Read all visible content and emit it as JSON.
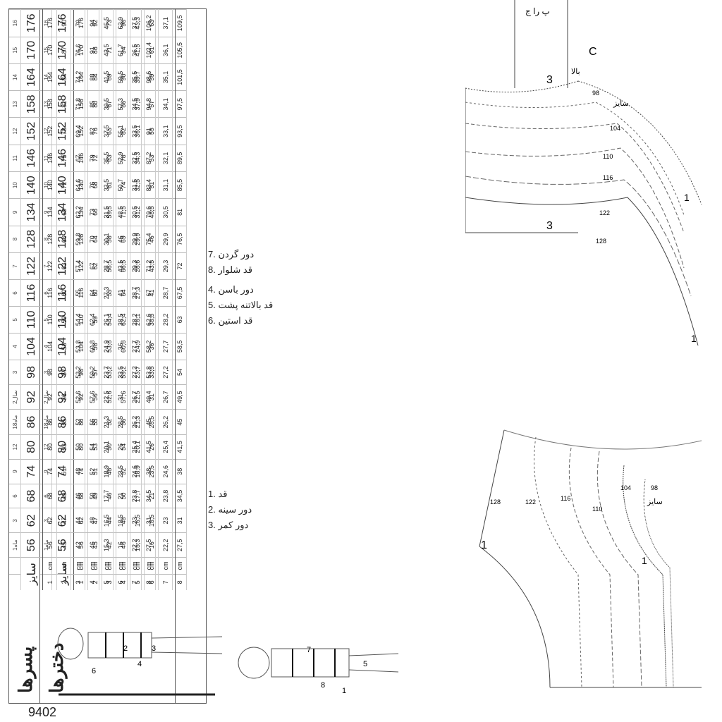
{
  "document_code": "9402",
  "girls": {
    "title": "دخترها",
    "size_label": "سایز",
    "ages": [
      "ماه1",
      "3",
      "6",
      "9",
      "12",
      "18ماه",
      "سال2",
      "3",
      "4",
      "5",
      "6",
      "7",
      "8",
      "9",
      "10",
      "11",
      "12",
      "13",
      "14",
      "15",
      "16"
    ],
    "sizes": [
      "56",
      "62",
      "68",
      "74",
      "80",
      "86",
      "92",
      "98",
      "104",
      "110",
      "116",
      "122",
      "128",
      "134",
      "140",
      "146",
      "152",
      "158",
      "164",
      "170",
      "176"
    ],
    "rows": [
      {
        "n": "1",
        "unit": "cm",
        "v": [
          "56",
          "62",
          "68",
          "74",
          "80",
          "86",
          "92",
          "98",
          "104",
          "110",
          "116",
          "122",
          "128",
          "134",
          "140",
          "146",
          "152",
          "158",
          "164",
          "170",
          "176"
        ]
      },
      {
        "n": "2",
        "unit": "cm",
        "v": [
          "45",
          "47",
          "49",
          "51",
          "53",
          "55",
          "56",
          "57",
          "58",
          "59",
          "60",
          "62",
          "64",
          "66",
          "68",
          "72",
          "76",
          "80",
          "84",
          "88",
          "92"
        ]
      },
      {
        "n": "3",
        "unit": "cm",
        "v": [
          "42",
          "44",
          "46",
          "48",
          "50",
          "52",
          "52,6",
          "53,2",
          "53,8",
          "54,4",
          "55",
          "56,5",
          "58",
          "59,5",
          "61",
          "63",
          "65",
          "67",
          "69",
          "71",
          "73"
        ]
      },
      {
        "n": "4",
        "unit": "cm",
        "v": [
          "46",
          "48",
          "50",
          "52",
          "54",
          "56",
          "57,6",
          "59,2",
          "60,8",
          "62,4",
          "64",
          "66,5",
          "69",
          "71,5",
          "74",
          "78",
          "82",
          "86",
          "90",
          "94",
          "98"
        ]
      },
      {
        "n": "5",
        "unit": "cm",
        "v": [
          "15,3",
          "16,5",
          "17,7",
          "18,9",
          "20,1",
          "21,3",
          "22,5",
          "23,7",
          "24,9",
          "26,1",
          "27,3",
          "28,6",
          "29,9",
          "31,2",
          "32,5",
          "34,3",
          "36,1",
          "37,9",
          "39,7",
          "41,5",
          "43,3"
        ]
      },
      {
        "n": "6",
        "unit": "cm",
        "v": [
          "16",
          "18,5",
          "21",
          "23,5",
          "26",
          "28,5",
          "31",
          "33,5",
          "36",
          "38,5",
          "41",
          "43,5",
          "46",
          "48,5",
          "51",
          "53",
          "55",
          "57",
          "59",
          "61",
          "63"
        ]
      },
      {
        "n": "7",
        "unit": "cm",
        "v": [
          "22,2",
          "23",
          "23,8",
          "24,6",
          "25,4",
          "26,2",
          "26,7",
          "27,2",
          "27,7",
          "28,2",
          "28,7",
          "29,3",
          "29,9",
          "30,5",
          "31,1",
          "32,1",
          "33,1",
          "34,1",
          "35,1",
          "36,1",
          "37,1"
        ]
      },
      {
        "n": "8",
        "unit": "cm",
        "v": [
          "27,5",
          "31",
          "34,5",
          "38",
          "41,5",
          "45",
          "49,5",
          "54",
          "58,5",
          "63",
          "67,5",
          "72",
          "76,5",
          "81",
          "85,5",
          "89,5",
          "93,5",
          "97,5",
          "101,5",
          "105,5",
          "109,5"
        ]
      }
    ]
  },
  "boys": {
    "title": "پسرها",
    "size_label": "سایز",
    "ages": [
      "ماه1",
      "3",
      "6",
      "9",
      "12",
      "18ماه",
      "سال2",
      "3",
      "4",
      "5",
      "6",
      "7",
      "8",
      "9",
      "10",
      "11",
      "12",
      "13",
      "14",
      "15",
      "16"
    ],
    "sizes": [
      "56",
      "62",
      "68",
      "74",
      "80",
      "86",
      "92",
      "98",
      "104",
      "110",
      "116",
      "122",
      "128",
      "134",
      "140",
      "146",
      "152",
      "158",
      "164",
      "170",
      "176"
    ],
    "rows": [
      {
        "n": "1",
        "unit": "cm",
        "v": [
          "56",
          "62",
          "68",
          "74",
          "80",
          "86",
          "92",
          "98",
          "104",
          "110",
          "116",
          "122",
          "128",
          "134",
          "140",
          "146",
          "152",
          "158",
          "164",
          "170",
          "176"
        ]
      },
      {
        "n": "2",
        "unit": "cm",
        "v": [
          "45",
          "47",
          "49",
          "51",
          "53",
          "55",
          "56",
          "57",
          "58",
          "59",
          "60",
          "63",
          "66",
          "69",
          "72",
          "75",
          "78",
          "81",
          "84",
          "87",
          "90"
        ]
      },
      {
        "n": "3",
        "unit": "cm",
        "v": [
          "42",
          "44",
          "46",
          "48",
          "50",
          "52",
          "52,6",
          "53,2",
          "53,8",
          "54,4",
          "55",
          "57,4",
          "59,8",
          "62,2",
          "64,6",
          "67",
          "69,4",
          "71,8",
          "74,2",
          "76,6",
          "79"
        ]
      },
      {
        "n": "4",
        "unit": "cm",
        "v": [
          "46",
          "48",
          "50",
          "52",
          "54",
          "56",
          "57,6",
          "59,2",
          "60,8",
          "62,4",
          "64",
          "67",
          "70",
          "73",
          "76",
          "79",
          "82",
          "85",
          "88",
          "91",
          "94"
        ]
      },
      {
        "n": "5",
        "unit": "cm",
        "v": [
          "15,3",
          "16,5",
          "17,7",
          "18,9",
          "20,1",
          "21,3",
          "22,5",
          "23,7",
          "24,9",
          "26,1",
          "27,3",
          "28,7",
          "30,1",
          "31,5",
          "33,5",
          "35,5",
          "37,5",
          "39,5",
          "41,5",
          "43,5",
          "45,5"
        ]
      },
      {
        "n": "6",
        "unit": "cm",
        "v": [
          "16",
          "18,5",
          "21",
          "23,5",
          "26",
          "28,5",
          "31",
          "33,5",
          "36",
          "38,5",
          "41",
          "43,5",
          "46",
          "48,5",
          "50,7",
          "52,9",
          "55,1",
          "57,3",
          "59,5",
          "61,7",
          "63,9"
        ]
      },
      {
        "n": "7",
        "unit": "cm",
        "v": [
          "22,2",
          "23",
          "23,8",
          "24,6",
          "25,4",
          "26,2",
          "26,7",
          "27,2",
          "27,7",
          "28,2",
          "28,7",
          "29,3",
          "29,9",
          "30,5",
          "31,5",
          "32,5",
          "33,5",
          "34,5",
          "35,5",
          "36,5",
          "37,5"
        ]
      },
      {
        "n": "8",
        "unit": "cm",
        "v": [
          "27,5",
          "31",
          "34,5",
          "38",
          "41,5",
          "45",
          "49,4",
          "53,8",
          "58,2",
          "62,6",
          "67",
          "71,2",
          "75,4",
          "79,6",
          "83,4",
          "87,2",
          "91",
          "94,8",
          "98,6",
          "102,4",
          "106,2"
        ]
      }
    ]
  },
  "legend": {
    "col1": [
      "1. قد",
      "2. دور سینه",
      "3. دور کمر"
    ],
    "col2": [
      "4. دور باسن",
      "5. قد بالاتنه پشت",
      "6. قد استین"
    ],
    "col3": [
      "7. دور گردن",
      "8. قد شلوار"
    ]
  },
  "figure_labels": [
    "1",
    "2",
    "3",
    "4",
    "5",
    "6",
    "7",
    "8"
  ],
  "pattern_upper": {
    "sizes": [
      "98",
      "104",
      "110",
      "116",
      "122",
      "128"
    ],
    "marks": [
      "3",
      "3",
      "1",
      "1"
    ],
    "labels": [
      "C",
      "بالا",
      "سایز"
    ],
    "side_text": "پ را ج"
  },
  "pattern_lower": {
    "sizes": [
      "128",
      "122",
      "116",
      "110",
      "104",
      "98"
    ],
    "marks": [
      "1",
      "1"
    ],
    "label": "سایز"
  }
}
